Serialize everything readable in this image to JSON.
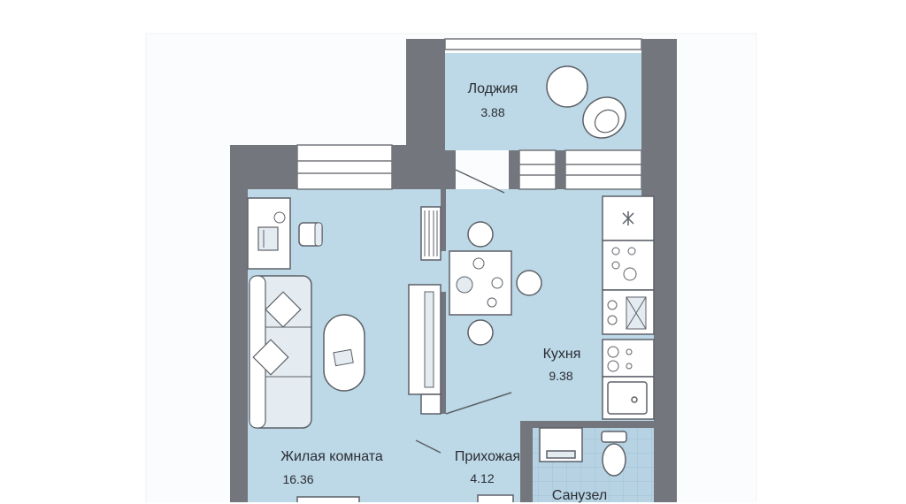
{
  "rooms": {
    "loggia": {
      "name": "Лоджия",
      "area": "3.88"
    },
    "kitchen": {
      "name": "Кухня",
      "area": "9.38"
    },
    "living": {
      "name": "Жилая комната",
      "area": "16.36"
    },
    "hallway": {
      "name": "Прихожая",
      "area": "4.12"
    },
    "bathroom": {
      "name": "Санузел"
    }
  },
  "colors": {
    "wall": "#73767c",
    "floor": "#bdd8e6",
    "tile": "#a9c8da",
    "furniture_fill": "#e4ecf1",
    "furniture_line": "#5d6168",
    "window_fill": "#ffffff"
  }
}
